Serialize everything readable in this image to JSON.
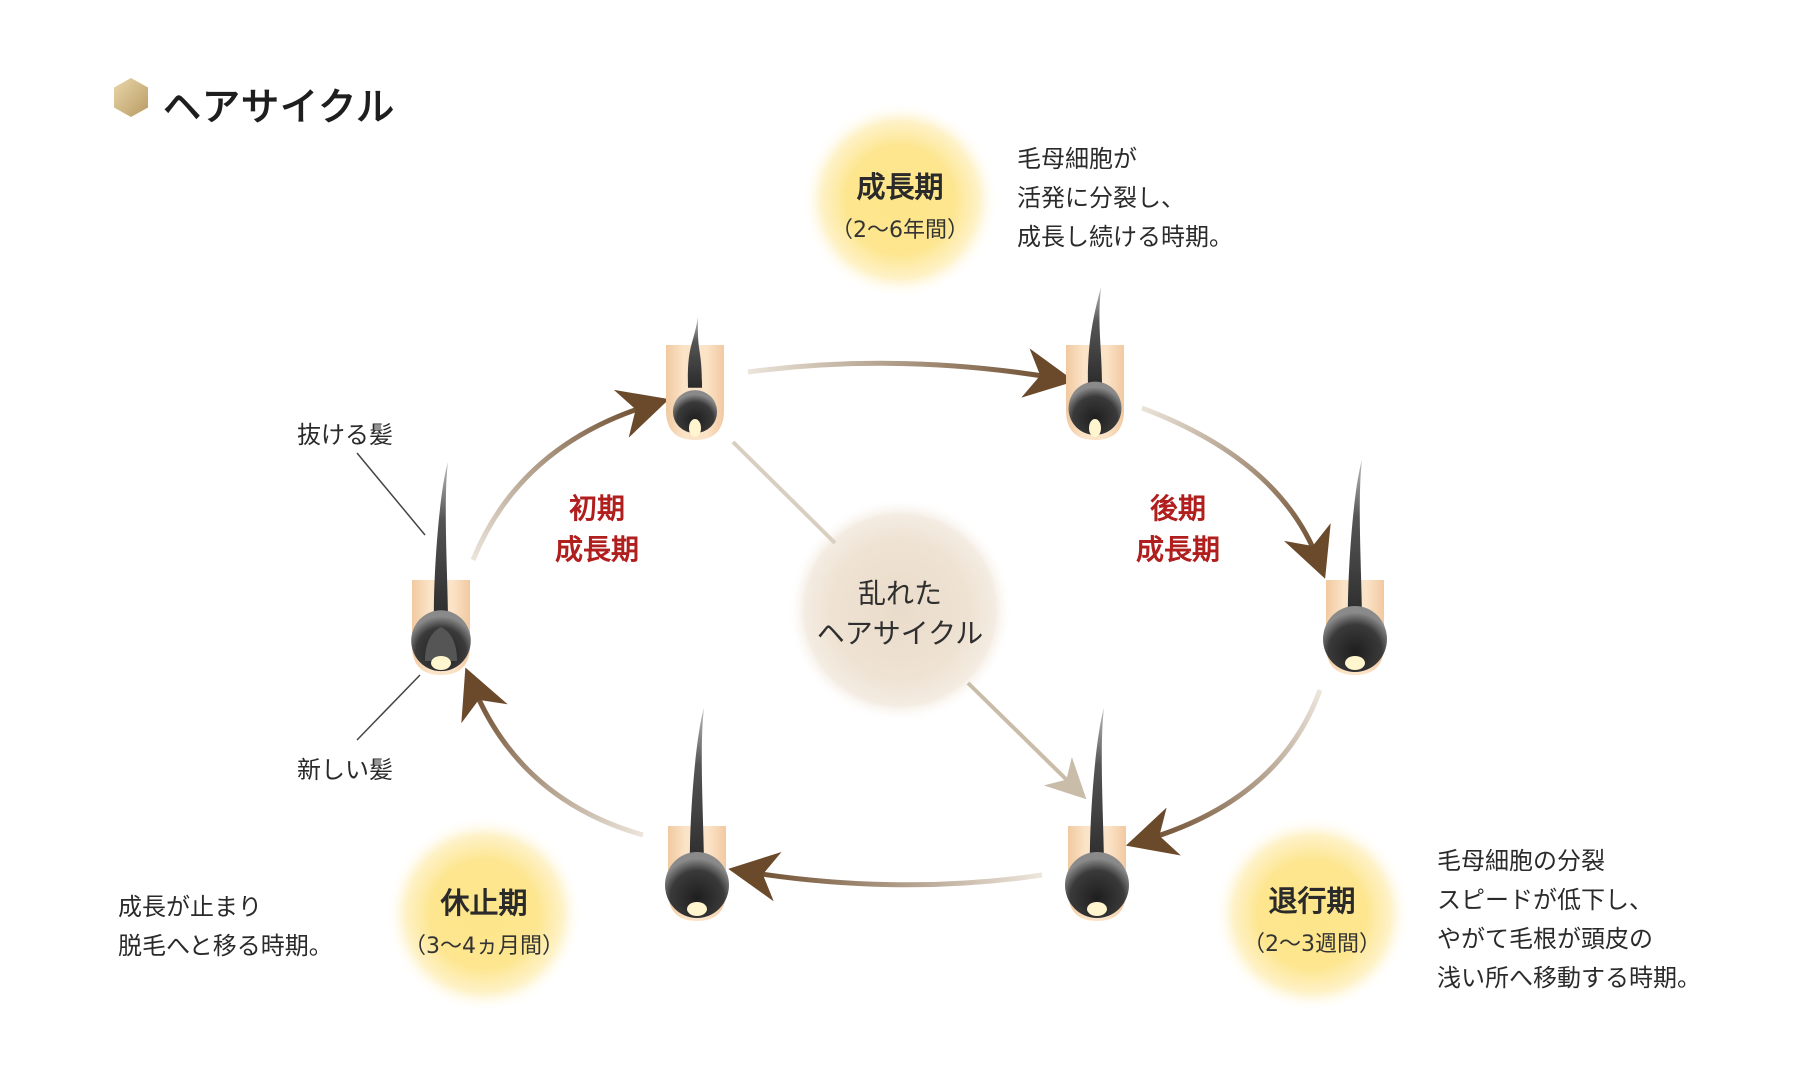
{
  "title": "ヘアサイクル",
  "colors": {
    "title_hex": "#d6c08e",
    "accent_red": "#b01e1e",
    "arrow_dark": "#6b4a2b",
    "follicle": "#f6d9b8",
    "bulb_glow": "#fbe27d",
    "center_circle": "#efe2cf"
  },
  "phases": {
    "anagen": {
      "name": "成長期",
      "duration": "（2〜6年間）",
      "desc": [
        "毛母細胞が",
        "活発に分裂し、",
        "成長し続ける時期。"
      ]
    },
    "catagen": {
      "name": "退行期",
      "duration": "（2〜3週間）",
      "desc": [
        "毛母細胞の分裂",
        "スピードが低下し、",
        "やがて毛根が頭皮の",
        "浅い所へ移動する時期。"
      ]
    },
    "telogen": {
      "name": "休止期",
      "duration": "（3〜4ヵ月間）",
      "desc": [
        "成長が止まり",
        "脱毛へと移る時期。"
      ]
    }
  },
  "stage_labels": {
    "early": [
      "初期",
      "成長期"
    ],
    "late": [
      "後期",
      "成長期"
    ]
  },
  "center": [
    "乱れた",
    "ヘアサイクル"
  ],
  "labels": {
    "falling_hair": "抜ける髪",
    "new_hair": "新しい髪"
  },
  "icons": [
    "hexagon-icon",
    "hair-follicle-icon",
    "arrow-icon"
  ]
}
